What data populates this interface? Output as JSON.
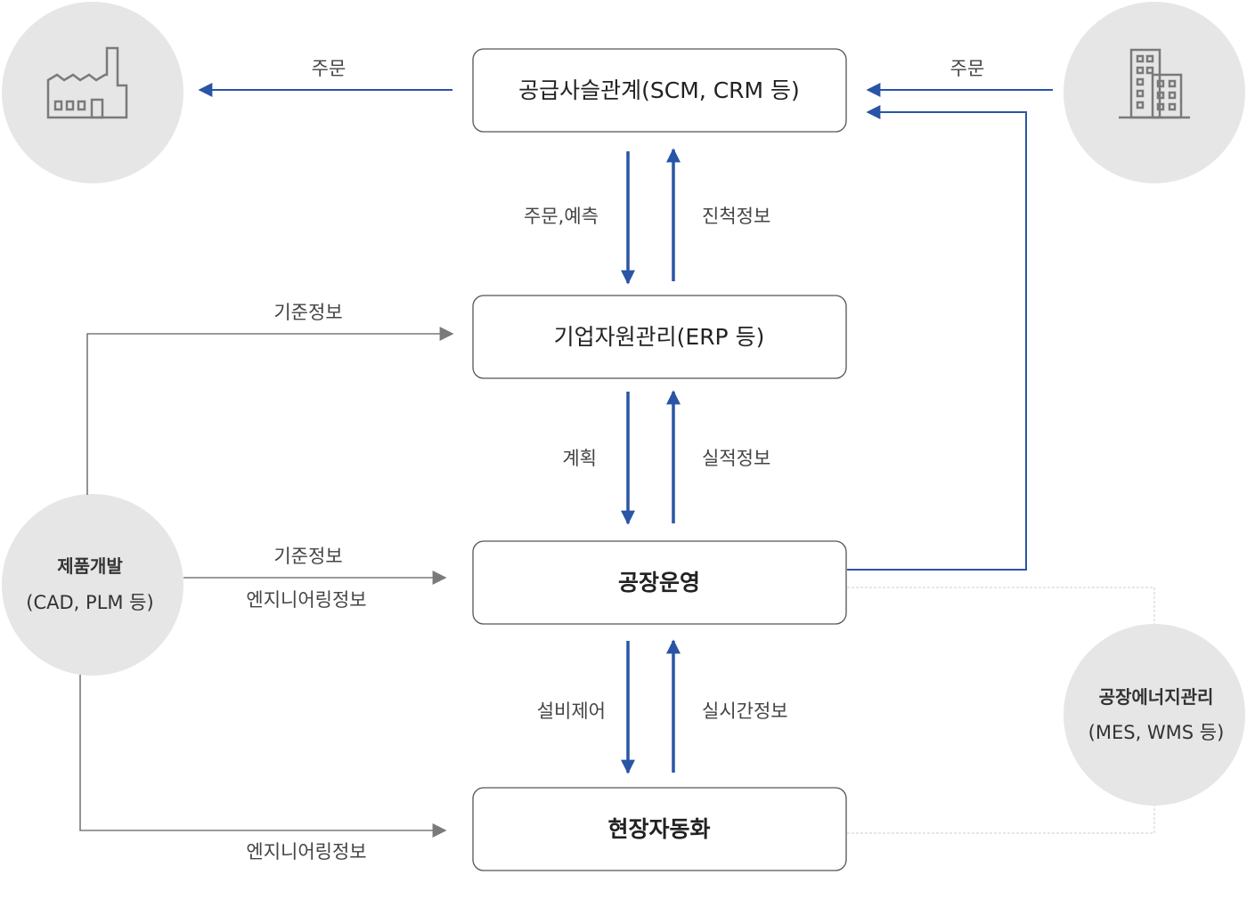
{
  "colors": {
    "blue_arrow": "#2a55a6",
    "gray_arrow": "#7a7a7a",
    "circle_fill": "#e6e6e6",
    "box_border": "#555555",
    "dotted_line": "#cccccc"
  },
  "boxes": {
    "scm": "공급사슬관계(SCM, CRM 등)",
    "erp": "기업자원관리(ERP 등)",
    "factory_ops": "공장운영",
    "field_auto": "현장자동화"
  },
  "circles": {
    "supplier_icon": "factory-icon",
    "customer_icon": "building-icon",
    "product_dev": {
      "line1": "제품개발",
      "line2": "(CAD, PLM 등)"
    },
    "energy_mgmt": {
      "line1": "공장에너지관리",
      "line2": "(MES, WMS 등)"
    }
  },
  "labels": {
    "order_left": "주문",
    "order_right": "주문",
    "order_forecast": "주문,예측",
    "progress_info": "진척정보",
    "standard_info_1": "기준정보",
    "plan": "계획",
    "result_info": "실적정보",
    "standard_info_2": "기준정보",
    "engineering_info_1": "엔지니어링정보",
    "equipment_control": "설비제어",
    "realtime_info": "실시간정보",
    "engineering_info_2": "엔지니어링정보"
  }
}
